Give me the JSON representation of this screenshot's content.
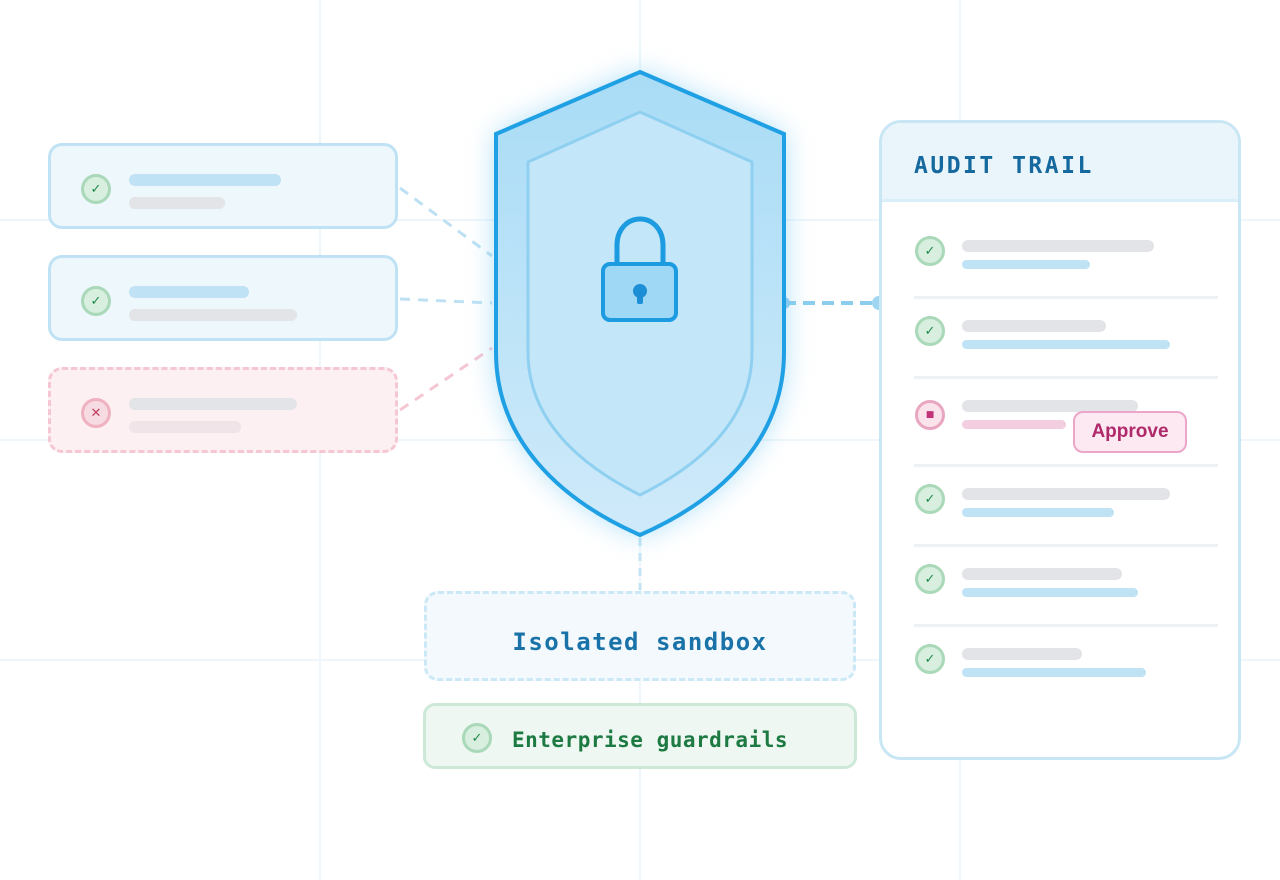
{
  "sandbox": {
    "label": "Isolated sandbox"
  },
  "guardrails": {
    "label": "Enterprise guardrails",
    "status_icon": "check-icon"
  },
  "audit": {
    "title": "AUDIT TRAIL",
    "approve_label": "Approve",
    "entries": [
      {
        "status": "approved",
        "icon": "check-icon"
      },
      {
        "status": "approved",
        "icon": "check-icon"
      },
      {
        "status": "pending",
        "icon": "pending-icon"
      },
      {
        "status": "approved",
        "icon": "check-icon"
      },
      {
        "status": "approved",
        "icon": "check-icon"
      },
      {
        "status": "approved",
        "icon": "check-icon"
      }
    ]
  },
  "requests": [
    {
      "status": "allowed",
      "icon": "check-icon"
    },
    {
      "status": "allowed",
      "icon": "check-icon"
    },
    {
      "status": "blocked",
      "icon": "cross-icon"
    }
  ],
  "colors": {
    "accent": "#1b9fe0",
    "allowed": "#1f8a4a",
    "blocked": "#c43a5e",
    "pending": "#b0296a"
  }
}
